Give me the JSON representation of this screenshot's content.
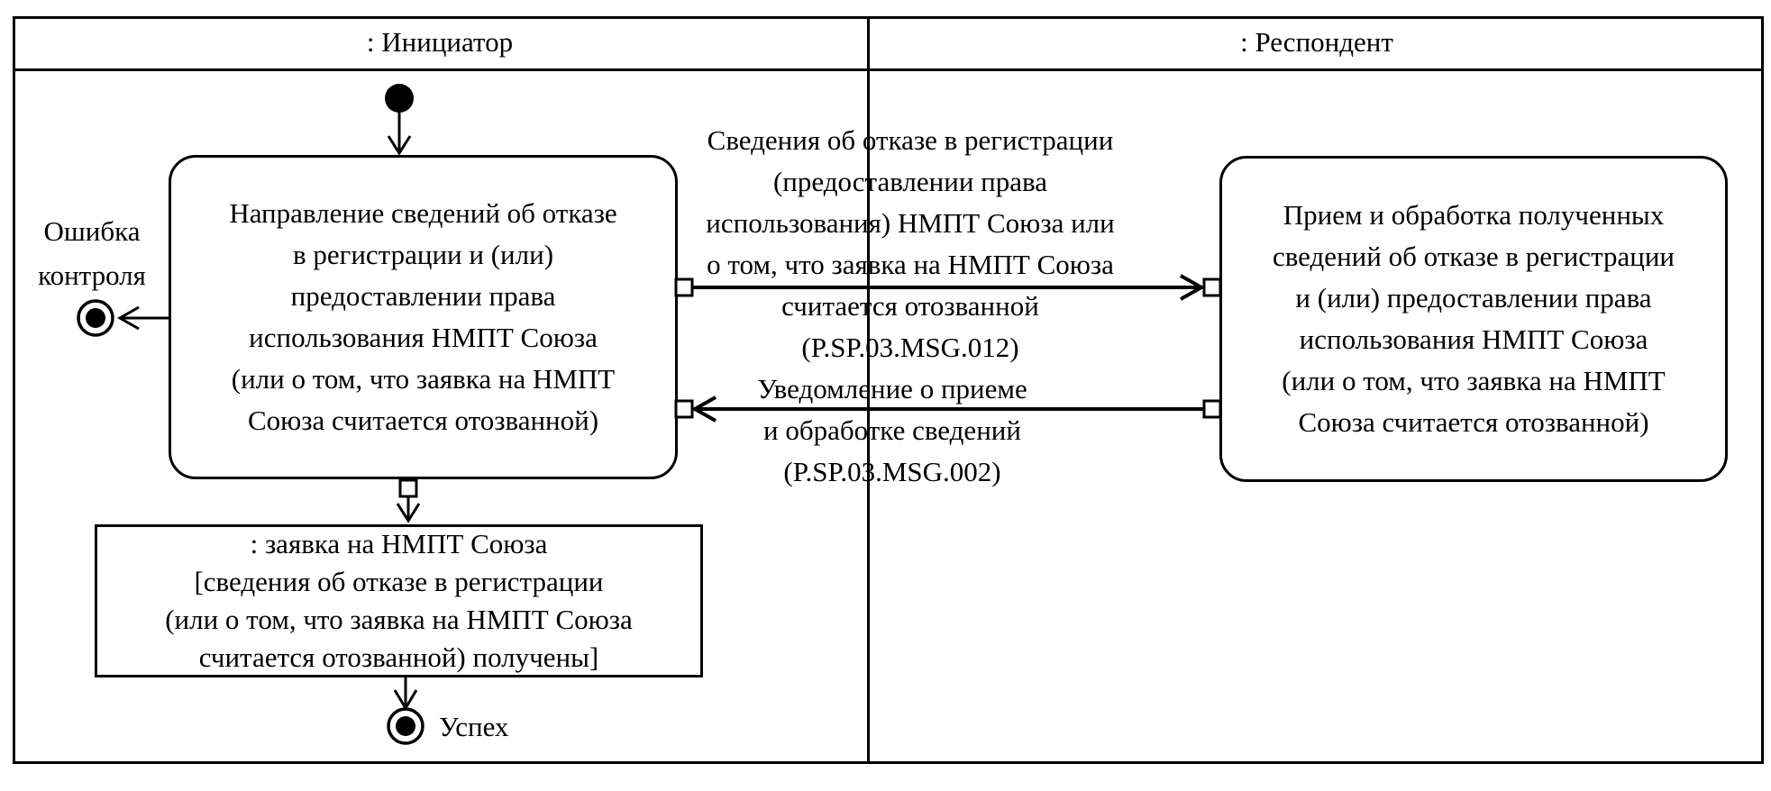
{
  "diagram": {
    "lanes": {
      "initiator": ": Инициатор",
      "respondent": ": Респондент"
    },
    "initiator_action": {
      "lines": [
        "Направление сведений об отказе",
        "в регистрации и (или)",
        "предоставлении права",
        "использования НМПТ Союза",
        "(или о том, что заявка на НМПТ",
        "Союза считается отозванной)"
      ]
    },
    "respondent_action": {
      "lines": [
        "Прием и обработка полученных",
        "сведений об отказе в регистрации",
        "и (или) предоставлении права",
        "использования НМПТ Союза",
        "(или о том, что заявка на НМПТ",
        "Союза считается отозванной)"
      ]
    },
    "object_node": {
      "lines": [
        ": заявка на НМПТ Союза",
        "[сведения об отказе в регистрации",
        "(или о том, что заявка на НМПТ Союза",
        "считается отозванной) получены]"
      ]
    },
    "message_request": {
      "code": "P.SP.03.MSG.012",
      "lines": [
        "Сведения об отказе в регистрации",
        "(предоставлении права",
        "использования) НМПТ Союза или",
        "о том, что заявка на НМПТ Союза",
        "считается отозванной",
        "(P.SP.03.MSG.012)"
      ]
    },
    "message_response": {
      "code": "P.SP.03.MSG.002",
      "lines": [
        "Уведомление о приеме",
        "и обработке сведений",
        "(P.SP.03.MSG.002)"
      ]
    },
    "error_label": {
      "lines": [
        "Ошибка",
        "контроля"
      ]
    },
    "success_label": "Успех",
    "colors": {
      "line": "#000000",
      "background": "#ffffff"
    }
  }
}
